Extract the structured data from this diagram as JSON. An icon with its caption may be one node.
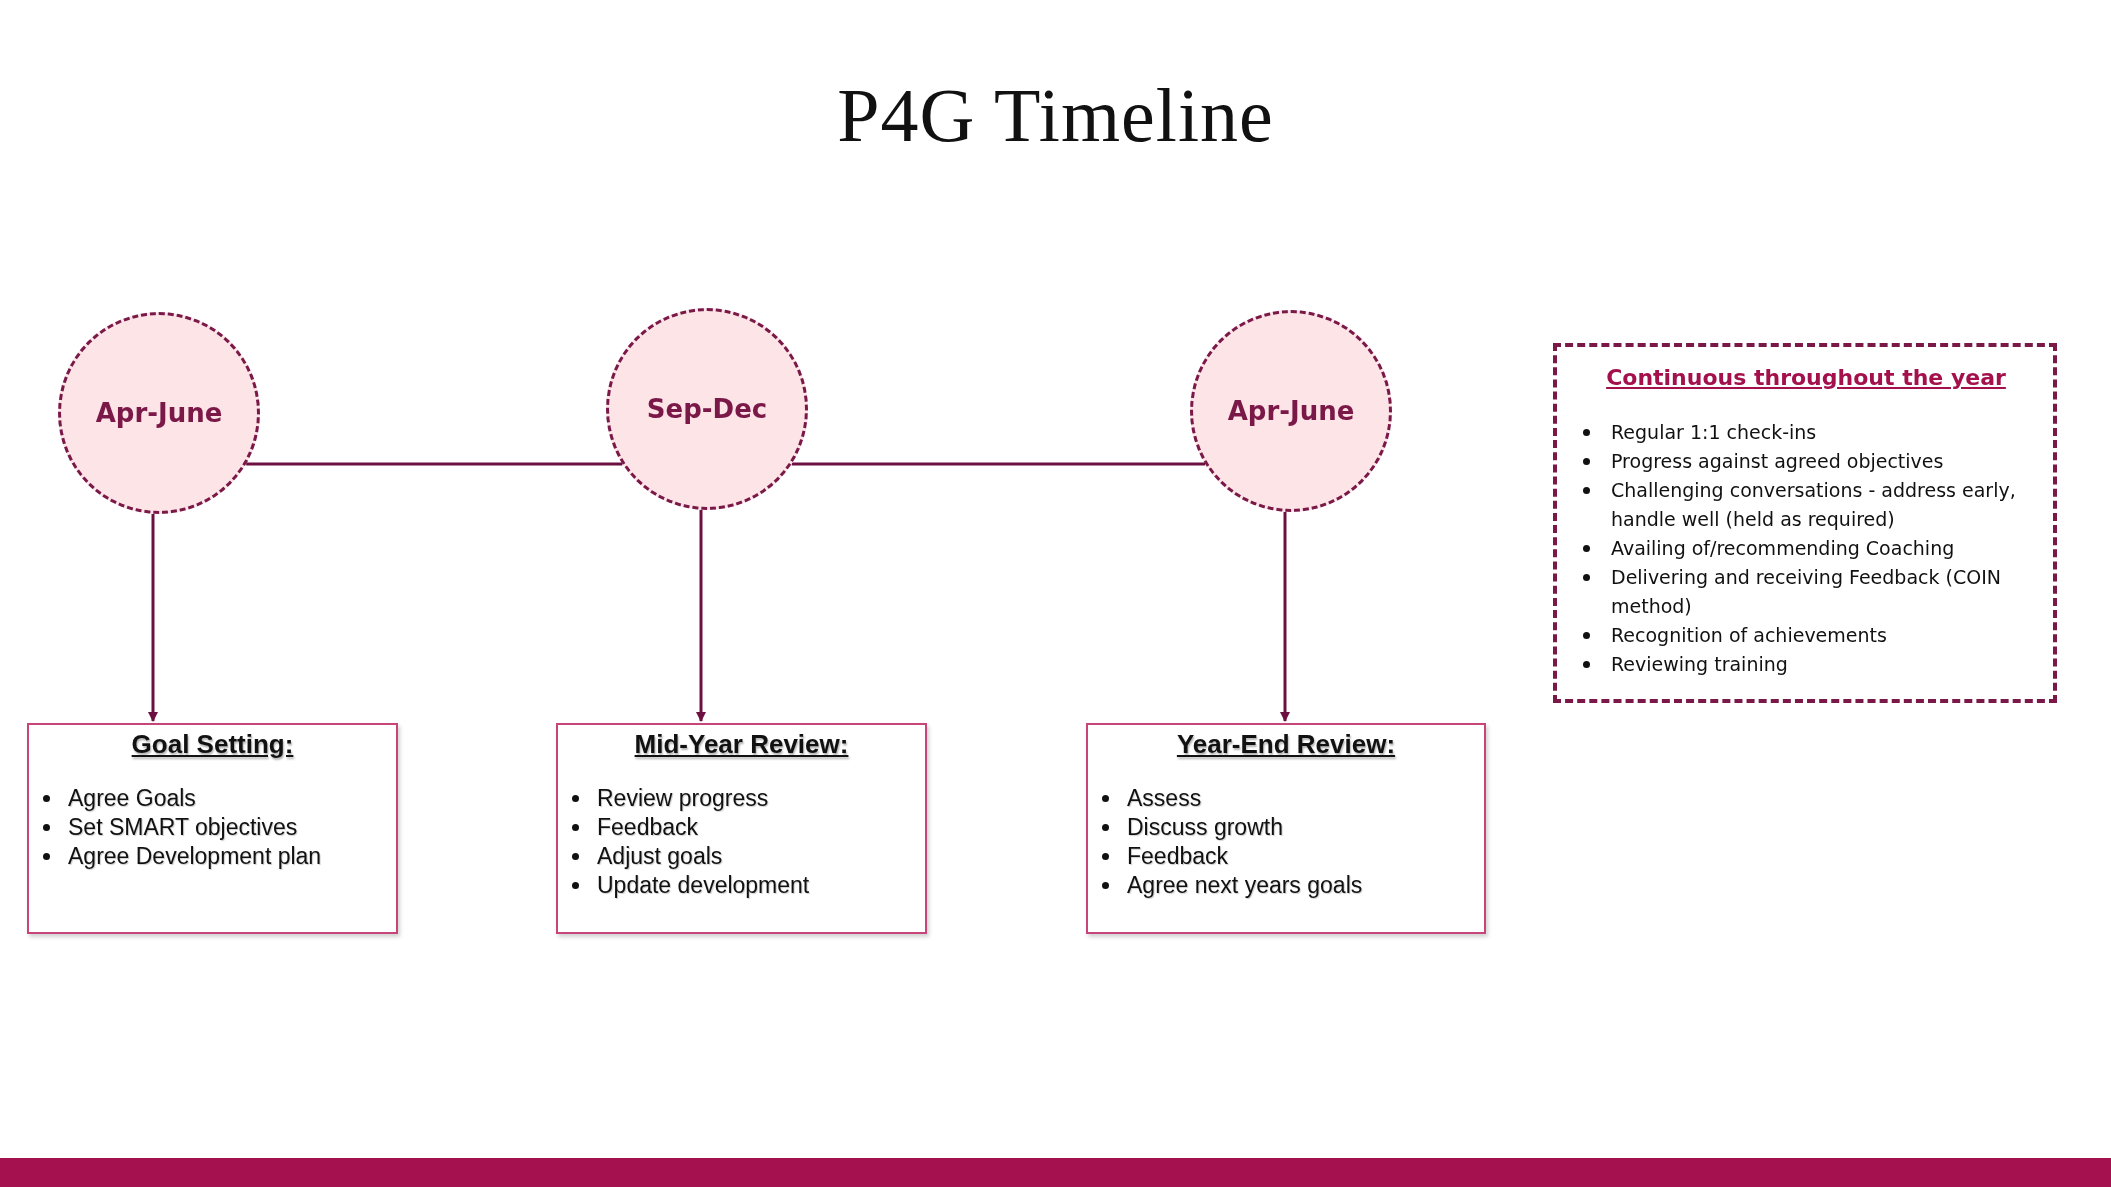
{
  "diagram": {
    "title": "P4G Timeline",
    "nodes": [
      {
        "text": [
          "Apr-June"
        ]
      },
      {
        "text": [
          "Sep-Dec"
        ]
      },
      {
        "text": [
          "Apr-June"
        ]
      },
      {
        "text": [
          "Goal Setting:",
          "Agree Goals",
          "Set SMART objectives",
          "Agree Development plan"
        ]
      },
      {
        "text": [
          "Mid-Year Review:",
          "Review progress",
          "Feedback",
          "Adjust goals",
          "Update development"
        ]
      },
      {
        "text": [
          "Year-End Review:",
          "Assess",
          "Discuss growth",
          "Feedback",
          "Agree next years goals"
        ]
      },
      {
        "text": [
          "Continuous throughout the year",
          "Regular 1:1 check-ins",
          "Progress against agreed objectives",
          "Challenging conversations - address early, handle well (held as required)",
          "Availing of/recommending Coaching",
          "Delivering and receiving Feedback (COIN method)",
          "Recognition of achievements",
          "Reviewing training"
        ]
      }
    ],
    "edges": [
      {
        "from": 0,
        "to": 1,
        "arrow": "none"
      },
      {
        "from": 1,
        "to": 2,
        "arrow": "none"
      },
      {
        "from": 0,
        "to": 3,
        "arrow": "to"
      },
      {
        "from": 1,
        "to": 4,
        "arrow": "to"
      },
      {
        "from": 2,
        "to": 5,
        "arrow": "to"
      }
    ]
  }
}
